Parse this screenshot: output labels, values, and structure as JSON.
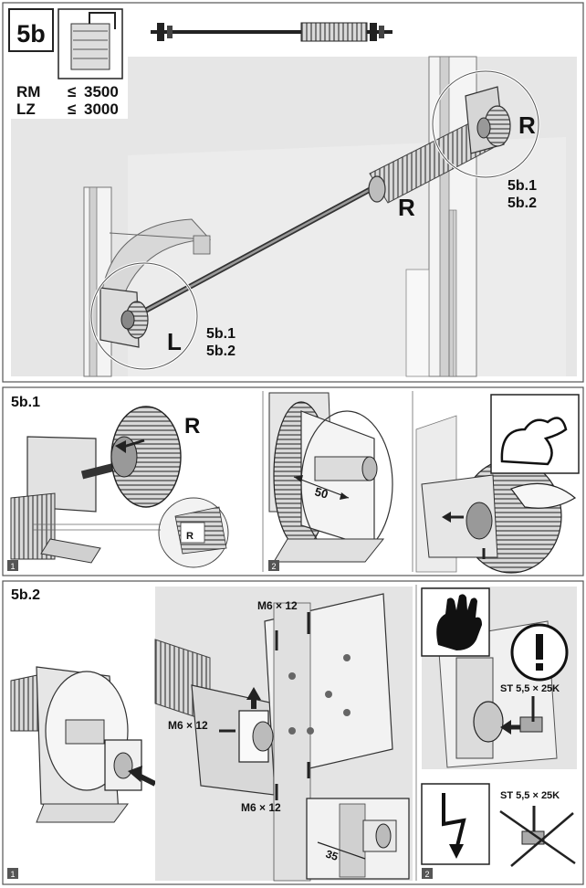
{
  "step": {
    "number": "5b",
    "limits": [
      {
        "code": "RM",
        "op": "≤",
        "value": "3500"
      },
      {
        "code": "LZ",
        "op": "≤",
        "value": "3000"
      }
    ],
    "callouts": {
      "right_ref_1": "5b.1",
      "right_ref_2": "5b.2",
      "left_ref_1": "5b.1",
      "left_ref_2": "5b.2"
    },
    "side_labels": {
      "right": "R",
      "left": "L"
    }
  },
  "section_5b1": {
    "title": "5b.1",
    "panel_numbers": [
      "1",
      "2"
    ],
    "side_label": "R",
    "tag_label": "R",
    "measurement": "50"
  },
  "section_5b2": {
    "title": "5b.2",
    "panel_numbers": [
      "1",
      "2"
    ],
    "bolt_label": "M6 × 12",
    "screw_label": "ST 5,5 × 25K",
    "measurement": "35"
  }
}
